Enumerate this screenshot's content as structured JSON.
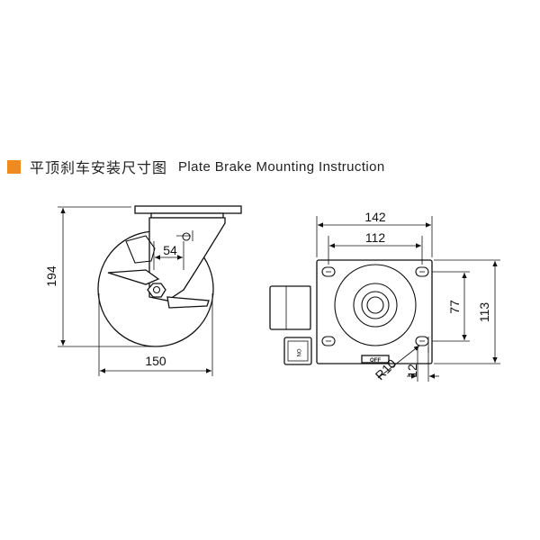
{
  "heading": {
    "title_cn": "平顶刹车安装尺寸图",
    "title_en": "Plate Brake Mounting Instruction",
    "marker_color": "#f08a1c"
  },
  "side_view": {
    "dim_height": "194",
    "dim_width": "150",
    "dim_brake": "54"
  },
  "plate_view": {
    "dim_plate_width": "142",
    "dim_hole_spacing_x": "112",
    "dim_hole_spacing_y": "77",
    "dim_plate_height": "113",
    "dim_hole_size": "12",
    "dim_radius": "R10",
    "label_on": "ON",
    "label_off": "OFF"
  }
}
